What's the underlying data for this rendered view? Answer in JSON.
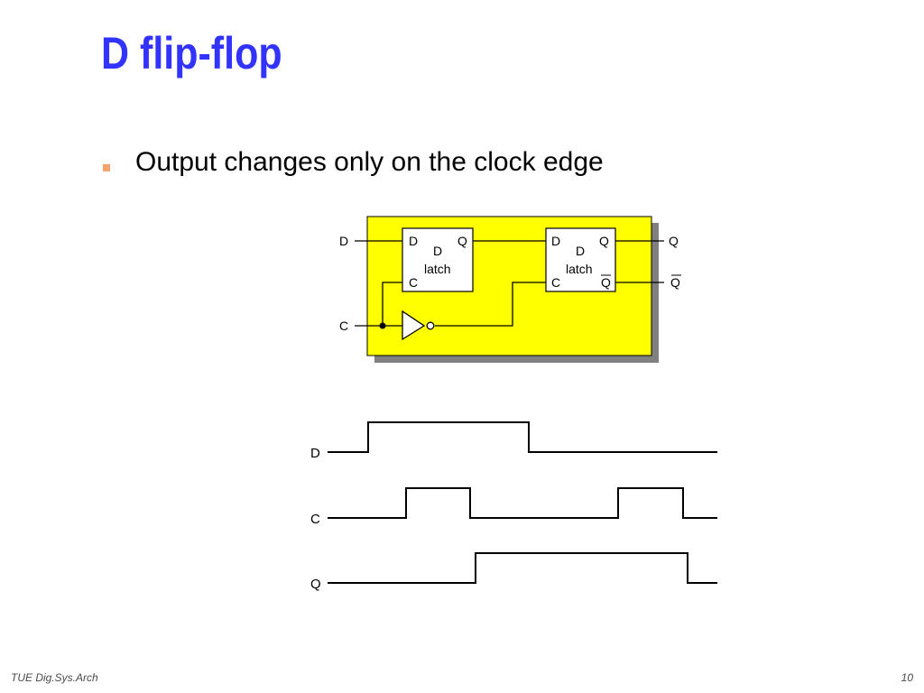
{
  "slide": {
    "title": "D flip-flop",
    "bullet": "Output changes only on the clock edge",
    "footer_left": "TUE Dig.Sys.Arch",
    "page_number": "10"
  },
  "circuit": {
    "input_d": "D",
    "input_c": "C",
    "output_q": "Q",
    "output_qbar": "Q",
    "latch1": {
      "pin_d": "D",
      "pin_q": "Q",
      "pin_c": "C",
      "name_line1": "D",
      "name_line2": "latch"
    },
    "latch2": {
      "pin_d": "D",
      "pin_q": "Q",
      "pin_c": "C",
      "pin_qbar": "Q",
      "name_line1": "D",
      "name_line2": "latch"
    },
    "colors": {
      "box_fill": "#ffff00",
      "shadow": "#808080",
      "line": "#000000"
    }
  },
  "timing": {
    "signals": [
      {
        "name": "D"
      },
      {
        "name": "C"
      },
      {
        "name": "Q"
      }
    ]
  },
  "colors": {
    "title": "#3333ff",
    "bullet": "#f4a26e"
  }
}
